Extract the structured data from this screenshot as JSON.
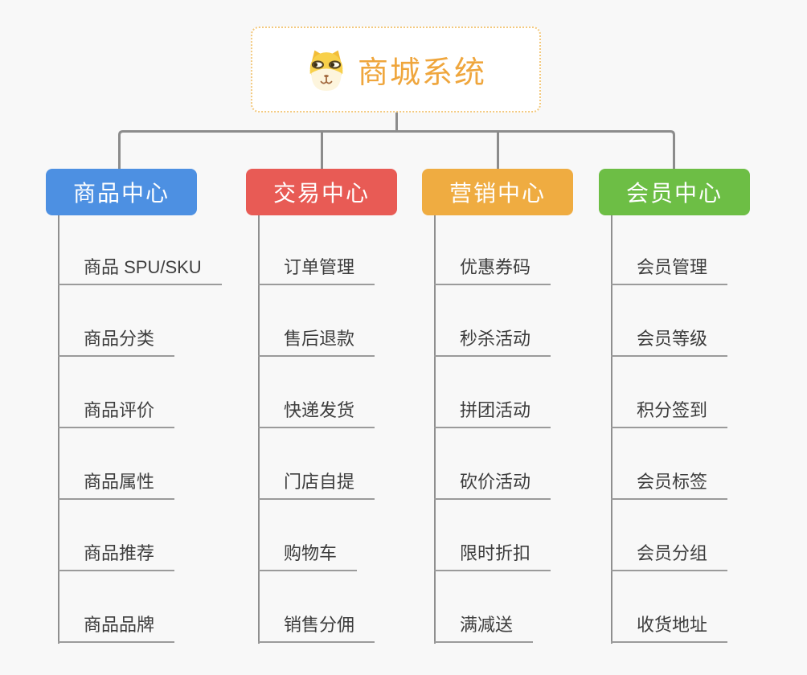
{
  "title": {
    "text": "商城系统",
    "icon": "dog-face-icon",
    "text_color": "#efa63d",
    "border_color": "#f3c97e"
  },
  "connector_color": "#8c8c8c",
  "background_color": "#f8f8f8",
  "branches": [
    {
      "label": "商品中心",
      "color": "#4d90e2",
      "items": [
        "商品 SPU/SKU",
        "商品分类",
        "商品评价",
        "商品属性",
        "商品推荐",
        "商品品牌"
      ]
    },
    {
      "label": "交易中心",
      "color": "#e85b55",
      "items": [
        "订单管理",
        "售后退款",
        "快递发货",
        "门店自提",
        "购物车",
        "销售分佣"
      ]
    },
    {
      "label": "营销中心",
      "color": "#efac41",
      "items": [
        "优惠券码",
        "秒杀活动",
        "拼团活动",
        "砍价活动",
        "限时折扣",
        "满减送"
      ]
    },
    {
      "label": "会员中心",
      "color": "#6dbe45",
      "items": [
        "会员管理",
        "会员等级",
        "积分签到",
        "会员标签",
        "会员分组",
        "收货地址"
      ]
    }
  ]
}
